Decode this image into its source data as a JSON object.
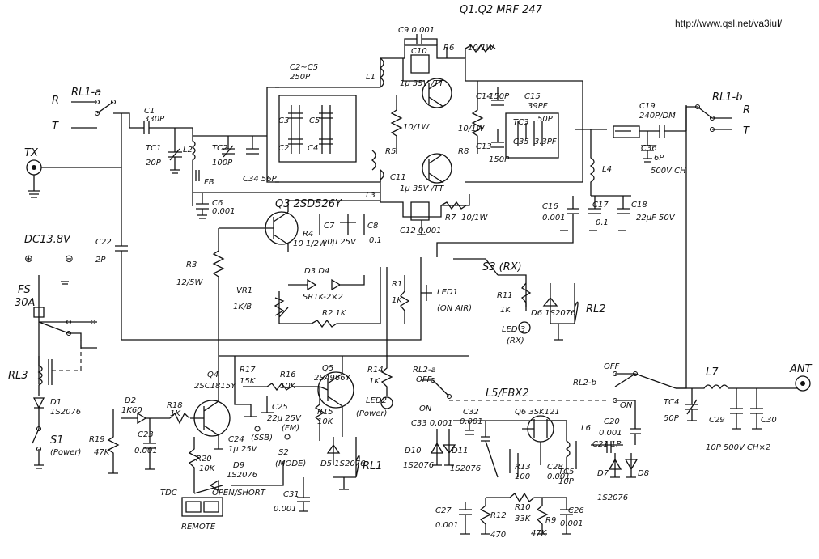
{
  "header": {
    "title": "Q1.Q2 MRF 247",
    "url": "http://www.qsl.net/va3iul/"
  },
  "labels": {
    "rl1a": "RL1-a",
    "r_left": "R",
    "t_left": "T",
    "tx": "TX",
    "c1": "C1",
    "c1v": "330P",
    "tc1": "TC1",
    "tc1v": "20P",
    "l2": "L2",
    "tc2": "TC2",
    "tc2v": "100P",
    "c34": "C34 56P",
    "fb": "FB",
    "c2c5": "C2~C5",
    "c2c5v": "250P",
    "c3": "C3",
    "c5": "C5",
    "c2": "C2",
    "c4": "C4",
    "l1": "L1",
    "c9": "C9 0.001",
    "c10": "C10",
    "c10v": "1µ 35V /TT",
    "r6": "R6",
    "r6v": "10/1W",
    "r5": "R5",
    "r5v": "10/1W",
    "r8": "R8",
    "r8v": "10/1W",
    "c14": "C14",
    "c14v": "150P",
    "c13": "C13",
    "c13v": "150P",
    "c15": "C15",
    "c15v": "39PF",
    "tc3": "TC3",
    "tc3v": "50P",
    "c35": "C35",
    "c35v": "3.3PF",
    "c11": "C11",
    "c11v": "1µ 35V /TT",
    "l3": "L3",
    "r7": "R7",
    "r7v": "10/1W",
    "c12": "C12 0.001",
    "c19": "C19",
    "c19v": "240P/DM",
    "c36": "C36",
    "c36v": "6P",
    "c36t": "500V CH",
    "rl1b": "RL1-b",
    "r_right": "R",
    "t_right": "T",
    "l4": "L4",
    "c16": "C16",
    "c16v": "0.001",
    "c17": "C17",
    "c17v": "0.1",
    "c18": "C18",
    "c18v": "22µF 50V",
    "c6": "C6",
    "c6v": "0.001",
    "q3": "Q3 2SD526Y",
    "c7": "C7",
    "c7v": "10µ 25V",
    "r4": "R4",
    "r4v": "10 1/2W",
    "c8": "C8",
    "c8v": "0.1",
    "d3d4": "D3   D4",
    "d3d4v": "SR1K-2×2",
    "dc": "DC13.8V",
    "c22": "C22",
    "c22v": "2P",
    "r3": "R3",
    "r3v": "12/5W",
    "vr1": "VR1",
    "vr1v": "1K/B",
    "r2": "R2 1K",
    "r1": "R1",
    "r1v": "1K",
    "led1": "LED1",
    "led1t": "(ON AIR)",
    "s3": "S3 (RX)",
    "r11": "R11",
    "r11v": "1K",
    "d6": "D6 1S2076",
    "rl2": "RL2",
    "led3": "LED 3",
    "led3t": "(RX)",
    "fs": "FS",
    "fsv": "30A",
    "rl3": "RL3",
    "d1": "D1",
    "d1v": "1S2076",
    "s1": "S1",
    "s1t": "(Power)",
    "q4": "Q4",
    "q4v": "2SC1815Y",
    "r17": "R17",
    "r17v": "15K",
    "r16": "R16",
    "r16v": "10K",
    "q5": "Q5",
    "q5v": "2SA966Y",
    "r14": "R14",
    "r14v": "1K",
    "led2": "LED2",
    "led2t": "(Power)",
    "d2": "D2",
    "d2v": "1K60",
    "r18": "R18",
    "r18v": "1K",
    "r19": "R19",
    "r19v": "47K",
    "c23": "C23",
    "c23v": "0.001",
    "c24": "C24",
    "c24v": "1µ 25V",
    "s4": "(SSB)",
    "c25": "C25",
    "c25v": "22µ 25V",
    "fm": "(FM)",
    "s2": "S2",
    "s2t": "(MODE)",
    "r15": "R15",
    "r15v": "10K",
    "d5": "D5 1S2076",
    "rl1": "RL1",
    "r20": "R20",
    "r20v": "10K",
    "d9": "D9",
    "d9v": "1S2076",
    "openshort": "OPEN/SHORT",
    "c31": "C31",
    "c31v": "0.001",
    "tdc": "TDC",
    "remote": "REMOTE",
    "rl2a": "RL2-a",
    "off_a": "OFF",
    "on_a": "ON",
    "l5": "L5/FBX2",
    "off_b": "OFF",
    "rl2b": "RL2-b",
    "on_b": "ON",
    "c33": "C33 0.001",
    "c32": "C32",
    "c32v": "0.001",
    "d10": "D10",
    "d10v": "1S2076",
    "d11": "D11",
    "d11v": "1S2076",
    "q6": "Q6 3SK121",
    "l6": "L6",
    "c20": "C20",
    "c20v": "0.001",
    "c21": "C21 1P",
    "r13": "R13",
    "r13v": "100",
    "c28": "C28",
    "c28v": "0.001",
    "tc5": "TC5",
    "tc5v": "10P",
    "d7": "D7",
    "d8": "D8",
    "d78v": "1S2076",
    "c27": "C27",
    "c27v": "0.001",
    "r12": "R12",
    "r12v": "470",
    "r10": "R10",
    "r10v": "33K",
    "r9": "R9",
    "r9v": "47K",
    "c26": "C26",
    "c26v": "0.001",
    "l7": "L7",
    "ant": "ANT",
    "tc4": "TC4",
    "tc4v": "50P",
    "c29": "C29",
    "c30": "C30",
    "c2930v": "10P 500V CH×2"
  }
}
